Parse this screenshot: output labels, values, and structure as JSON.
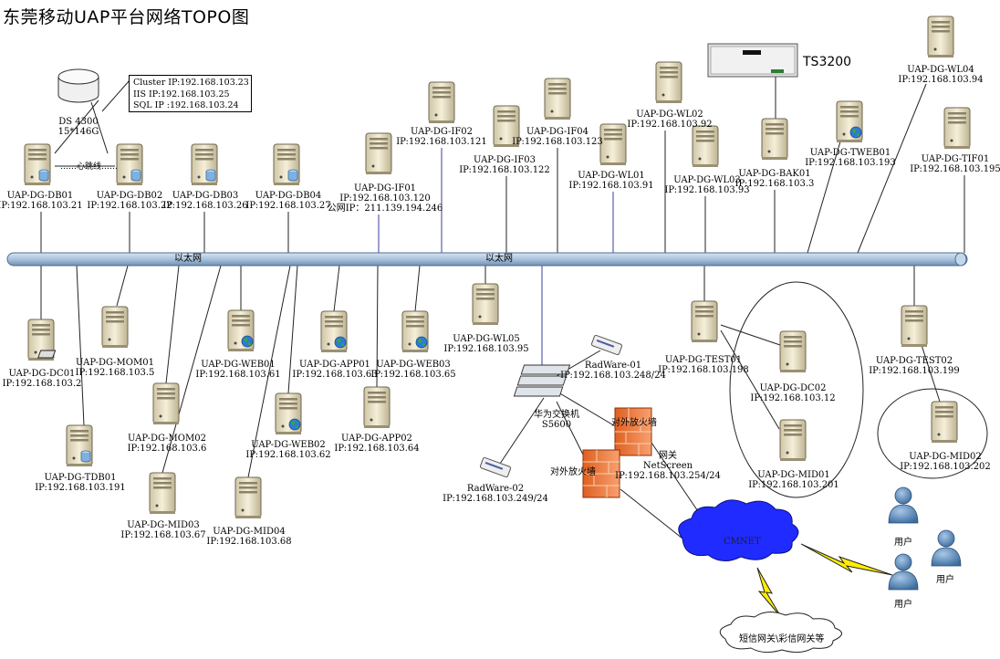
{
  "title": "东莞移动UAP平台网络TOPO图",
  "bus_labels": [
    "以太网",
    "以太网"
  ],
  "heartbeat_label": "……心跳线……",
  "storage": {
    "name": "DS 4300",
    "capacity": "15*146G"
  },
  "cluster_info": [
    "Cluster IP:192.168.103.23",
    "IIS IP:192.168.103.25",
    "SQL IP :192.168.103.24"
  ],
  "ts_label": "TS3200",
  "servers_top": [
    {
      "name": "UAP-DG-DB01",
      "ip": "IP:192.168.103.21"
    },
    {
      "name": "UAP-DG-DB02",
      "ip": "IP:192.168.103.22"
    },
    {
      "name": "UAP-DG-DB03",
      "ip": "IP:192.168.103.26"
    },
    {
      "name": "UAP-DG-DB04",
      "ip": "IP:192.168.103.27"
    },
    {
      "name": "UAP-DG-IF01",
      "ip": "IP:192.168.103.120",
      "extra": "公网IP：211.139.194.246"
    },
    {
      "name": "UAP-DG-IF02",
      "ip": "IP:192.168.103.121"
    },
    {
      "name": "UAP-DG-IF03",
      "ip": "IP:192.168.103.122"
    },
    {
      "name": "UAP-DG-IF04",
      "ip": "IP:192.168.103.123"
    },
    {
      "name": "UAP-DG-WL01",
      "ip": "IP:192.168.103.91"
    },
    {
      "name": "UAP-DG-WL02",
      "ip": "IP:192.168.103.92"
    },
    {
      "name": "UAP-DG-WL03",
      "ip": "IP:192.168.103.93"
    },
    {
      "name": "UAP-DG-BAK01",
      "ip": "IP:192.168.103.3"
    },
    {
      "name": "UAP-DG-TWEB01",
      "ip": "IP:192.168.103.193"
    },
    {
      "name": "UAP-DG-WL04",
      "ip": "IP:192.168.103.94"
    },
    {
      "name": "UAP-DG-TIF01",
      "ip": "IP:192.168.103.195"
    }
  ],
  "servers_bottom": [
    {
      "name": "UAP-DG-DC01",
      "ip": "IP:192.168.103.2"
    },
    {
      "name": "UAP-DG-MOM01",
      "ip": "IP:192.168.103.5"
    },
    {
      "name": "UAP-DG-WEB01",
      "ip": "IP:192.168.103.61"
    },
    {
      "name": "UAP-DG-APP01",
      "ip": "IP:192.168.103.63"
    },
    {
      "name": "UAP-DG-WEB03",
      "ip": "IP:192.168.103.65"
    },
    {
      "name": "UAP-DG-WL05",
      "ip": "IP:192.168.103.95"
    },
    {
      "name": "UAP-DG-TDB01",
      "ip": "IP:192.168.103.191"
    },
    {
      "name": "UAP-DG-MOM02",
      "ip": "IP:192.168.103.6"
    },
    {
      "name": "UAP-DG-WEB02",
      "ip": "IP:192.168.103.62"
    },
    {
      "name": "UAP-DG-APP02",
      "ip": "IP:192.168.103.64"
    },
    {
      "name": "UAP-DG-MID03",
      "ip": "IP:192.168.103.67"
    },
    {
      "name": "UAP-DG-MID04",
      "ip": "IP:192.168.103.68"
    },
    {
      "name": "UAP-DG-TEST01",
      "ip": "IP:192.168.103.198"
    },
    {
      "name": "UAP-DG-DC02",
      "ip": "IP:192.168.103.12"
    },
    {
      "name": "UAP-DG-MID01",
      "ip": "IP:192.168.103.201"
    },
    {
      "name": "UAP-DG-TEST02",
      "ip": "IP:192.168.103.199"
    },
    {
      "name": "UAP-DG-MID02",
      "ip": "IP:192.168.103.202"
    }
  ],
  "network": {
    "radware1": {
      "name": "RadWare-01",
      "ip": "IP:192.168.103.248/24"
    },
    "radware2": {
      "name": "RadWare-02",
      "ip": "IP:192.168.103.249/24"
    },
    "switch": {
      "name": "华为交换机",
      "model": "S5600"
    },
    "firewall1": "对外放火墙",
    "firewall2": "对外放火墙",
    "gateway": {
      "name": "网关",
      "model": "NetScreen",
      "ip": "IP:192.168.103.254/24"
    },
    "cloud": "CMNET",
    "sms_gateway": "短信网关\\彩信网关等",
    "users": [
      "用户",
      "用户",
      "用户"
    ]
  }
}
